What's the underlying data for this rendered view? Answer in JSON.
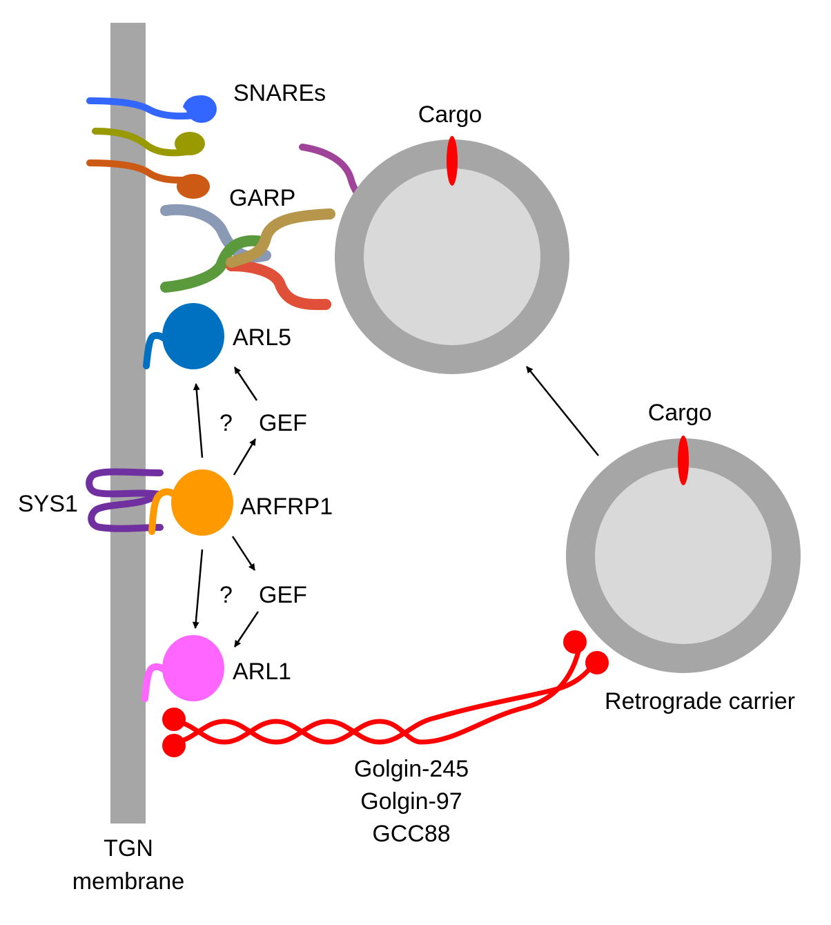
{
  "labels": {
    "snares": "SNAREs",
    "garp": "GARP",
    "arl5": "ARL5",
    "gef_top": "GEF",
    "question_top": "?",
    "sys1": "SYS1",
    "arfrp1": "ARFRP1",
    "gef_bottom": "GEF",
    "question_bottom": "?",
    "arl1": "ARL1",
    "cargo_large": "Cargo",
    "cargo_small": "Cargo",
    "retrograde_carrier": "Retrograde carrier",
    "golgin_245": "Golgin-245",
    "golgin_97": "Golgin-97",
    "gcc88": "GCC88",
    "tgn_line1": "TGN",
    "tgn_line2": "membrane"
  },
  "colors": {
    "membrane": "#a6a6a6",
    "vesicle_outer": "#a6a6a6",
    "vesicle_inner": "#d9d9d9",
    "cargo": "#ff0000",
    "snare_1": "#3366ff",
    "snare_2": "#999900",
    "snare_3": "#cc5a14",
    "garp_blue": "#8a9ab5",
    "garp_gold": "#b5964a",
    "garp_green": "#5a9a3c",
    "garp_red": "#e05038",
    "garp_purple": "#a0449a",
    "arl5": "#0070c0",
    "arfrp1": "#ff9900",
    "sys1": "#7030a0",
    "arl1": "#ff66ff",
    "golgin": "#ff0000"
  }
}
